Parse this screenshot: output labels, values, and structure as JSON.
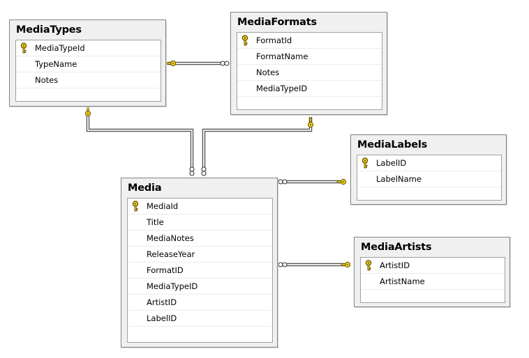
{
  "tables": [
    {
      "name": "MediaTypes",
      "columns": [
        {
          "name": "MediaTypeId",
          "primary_key": true
        },
        {
          "name": "TypeName",
          "primary_key": false
        },
        {
          "name": "Notes",
          "primary_key": false
        }
      ]
    },
    {
      "name": "MediaFormats",
      "columns": [
        {
          "name": "FormatId",
          "primary_key": true
        },
        {
          "name": "FormatName",
          "primary_key": false
        },
        {
          "name": "Notes",
          "primary_key": false
        },
        {
          "name": "MediaTypeID",
          "primary_key": false
        }
      ]
    },
    {
      "name": "MediaLabels",
      "columns": [
        {
          "name": "LabelID",
          "primary_key": true
        },
        {
          "name": "LabelName",
          "primary_key": false
        }
      ]
    },
    {
      "name": "Media",
      "columns": [
        {
          "name": "MediaId",
          "primary_key": true
        },
        {
          "name": "Title",
          "primary_key": false
        },
        {
          "name": "MediaNotes",
          "primary_key": false
        },
        {
          "name": "ReleaseYear",
          "primary_key": false
        },
        {
          "name": "FormatID",
          "primary_key": false
        },
        {
          "name": "MediaTypeID",
          "primary_key": false
        },
        {
          "name": "ArtistID",
          "primary_key": false
        },
        {
          "name": "LabelID",
          "primary_key": false
        }
      ]
    },
    {
      "name": "MediaArtists",
      "columns": [
        {
          "name": "ArtistID",
          "primary_key": true
        },
        {
          "name": "ArtistName",
          "primary_key": false
        }
      ]
    }
  ],
  "relationships": [
    {
      "one": "MediaTypes",
      "many": "MediaFormats"
    },
    {
      "one": "MediaTypes",
      "many": "Media"
    },
    {
      "one": "MediaFormats",
      "many": "Media"
    },
    {
      "one": "MediaLabels",
      "many": "Media"
    },
    {
      "one": "MediaArtists",
      "many": "Media"
    }
  ],
  "colors": {
    "key_fill": "#f2d21a",
    "key_stroke": "#5e4e00",
    "line": "#555555"
  }
}
